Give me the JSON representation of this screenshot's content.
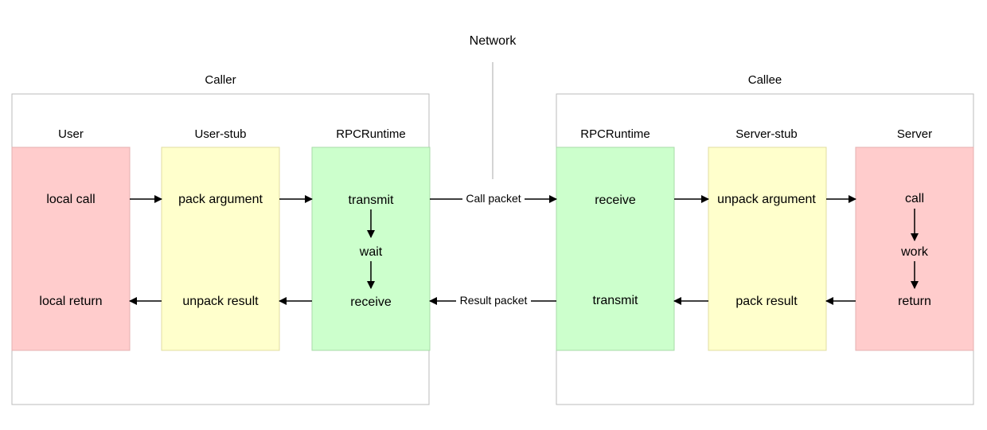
{
  "network_label": "Network",
  "groups": {
    "caller": {
      "label": "Caller"
    },
    "callee": {
      "label": "Callee"
    }
  },
  "columns": {
    "user": {
      "header": "User",
      "top": "local call",
      "bottom": "local return",
      "fill": "#ffcccc",
      "stroke": "#e6b0b0"
    },
    "user_stub": {
      "header": "User-stub",
      "top": "pack argument",
      "bottom": "unpack result",
      "fill": "#ffffcc",
      "stroke": "#e0dca0"
    },
    "rpc_caller": {
      "header": "RPCRuntime",
      "top": "transmit",
      "middle": "wait",
      "bottom": "receive",
      "fill": "#ccffcc",
      "stroke": "#a8dba8"
    },
    "rpc_callee": {
      "header": "RPCRuntime",
      "top": "receive",
      "bottom": "transmit",
      "fill": "#ccffcc",
      "stroke": "#a8dba8"
    },
    "server_stub": {
      "header": "Server-stub",
      "top": "unpack argument",
      "bottom": "pack result",
      "fill": "#ffffcc",
      "stroke": "#e0dca0"
    },
    "server": {
      "header": "Server",
      "top": "call",
      "middle": "work",
      "bottom": "return",
      "fill": "#ffcccc",
      "stroke": "#e6b0b0"
    }
  },
  "packets": {
    "call": "Call packet",
    "result": "Result packet"
  }
}
